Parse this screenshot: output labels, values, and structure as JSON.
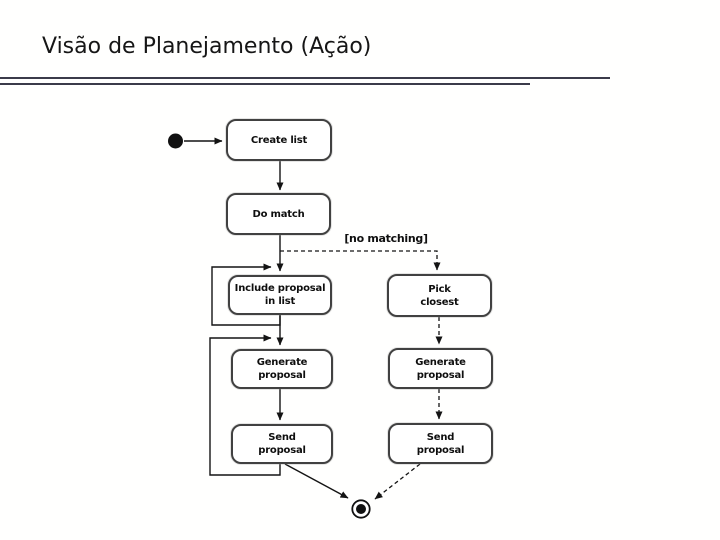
{
  "slide": {
    "title": "Visão de Planejamento (Ação)"
  },
  "diagram": {
    "kind": "uml-activity-diagram",
    "guard_label": "[no matching]",
    "nodes": {
      "start": "initial-node",
      "create_list": "Create list",
      "do_match": "Do match",
      "include_proposal": "Include proposal\nin list",
      "pick_closest": "Pick\nclosest",
      "generate_proposal_left": "Generate\nproposal",
      "send_proposal_left": "Send\nproposal",
      "generate_proposal_right": "Generate\nproposal",
      "send_proposal_right": "Send\nproposal",
      "end": "final-node"
    },
    "edges": {
      "solid": [
        "start -> Create list",
        "Create list -> Do match",
        "Do match -> Include proposal in list",
        "Include proposal in list -> Include proposal in list (self loop)",
        "Include proposal in list -> Generate proposal",
        "Generate proposal -> Send proposal",
        "Send proposal -> Generate proposal (loop back)",
        "Send proposal -> final node"
      ],
      "dashed": [
        "Do match -> Pick closest [no matching]",
        "Pick closest -> Generate proposal",
        "Generate proposal -> Send proposal",
        "Send proposal -> final node"
      ]
    },
    "colors": {
      "line": "#1a1a1a",
      "node_border": "#414141",
      "node_fill": "#ffffff",
      "title_rule": "#3b3b4a",
      "title_text": "#161616",
      "background": "#fffffe"
    }
  }
}
